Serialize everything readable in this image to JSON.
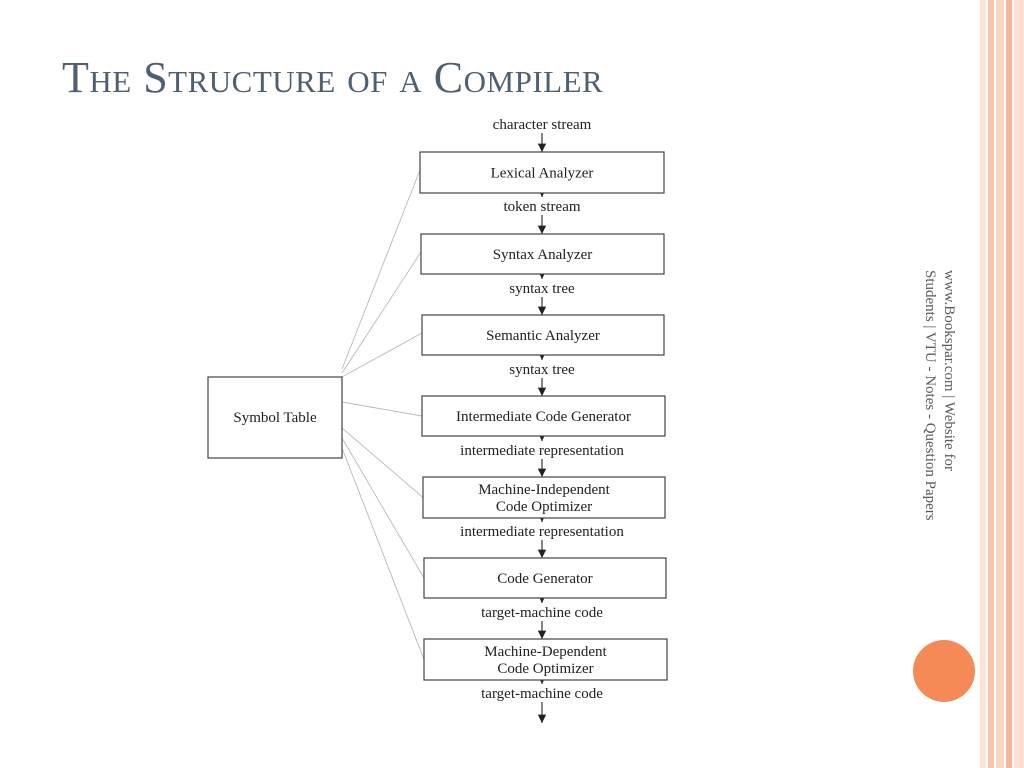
{
  "slide": {
    "title": "The Structure of a Compiler",
    "side_note_line1": "www.Bookspar.com | Website for",
    "side_note_line2": "Students | VTU - Notes - Question Papers"
  },
  "diagram": {
    "input_label": "character stream",
    "phases": [
      {
        "lines": [
          "Lexical Analyzer"
        ],
        "output": "token stream"
      },
      {
        "lines": [
          "Syntax Analyzer"
        ],
        "output": "syntax tree"
      },
      {
        "lines": [
          "Semantic Analyzer"
        ],
        "output": "syntax tree"
      },
      {
        "lines": [
          "Intermediate Code Generator"
        ],
        "output": "intermediate representation"
      },
      {
        "lines": [
          "Machine-Independent",
          "Code Optimizer"
        ],
        "output": "intermediate representation"
      },
      {
        "lines": [
          "Code Generator"
        ],
        "output": "target-machine code"
      },
      {
        "lines": [
          "Machine-Dependent",
          "Code Optimizer"
        ],
        "output": "target-machine code"
      }
    ],
    "symbol_table": "Symbol Table"
  },
  "colors": {
    "title": "#4f5f73",
    "accent_dot": "#f58a57",
    "stripe_light": "#fbd9c9",
    "stripe_mid": "#f7b79a"
  }
}
